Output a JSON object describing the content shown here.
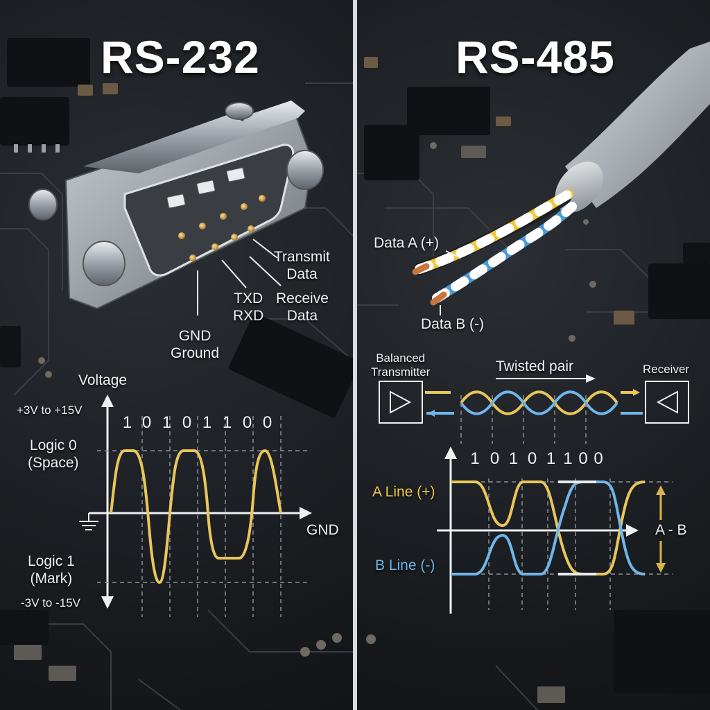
{
  "left": {
    "title": "RS-232",
    "connector_labels": {
      "transmit": "Transmit\nData",
      "receive": "Receive\nData",
      "txd_rxd": "TXD\nRXD",
      "gnd": "GND\nGround"
    },
    "waveform": {
      "y_axis_label": "Voltage",
      "positive_range": "+3V to +15V",
      "logic0": "Logic 0\n(Space)",
      "logic1": "Logic 1\n(Mark)",
      "negative_range": "-3V to -15V",
      "gnd_label": "GND",
      "bits": [
        "1",
        "0",
        "1",
        "0",
        "1",
        "1",
        "0",
        "0"
      ],
      "color": "#e8c659"
    }
  },
  "right": {
    "title": "RS-485",
    "cable_labels": {
      "data_a": "Data A (+)",
      "data_b": "Data B (-)"
    },
    "link": {
      "transmitter": "Balanced\nTransmitter",
      "twisted_pair": "Twisted pair",
      "receiver": "Receiver"
    },
    "waveform": {
      "bits": [
        "1",
        "0",
        "1",
        "0",
        "1",
        "1",
        "0",
        "0"
      ],
      "a_line": "A Line (+)",
      "b_line": "B Line (-)",
      "diff_label": "A - B",
      "a_color": "#e8c659",
      "b_color": "#6fb6ea"
    }
  }
}
